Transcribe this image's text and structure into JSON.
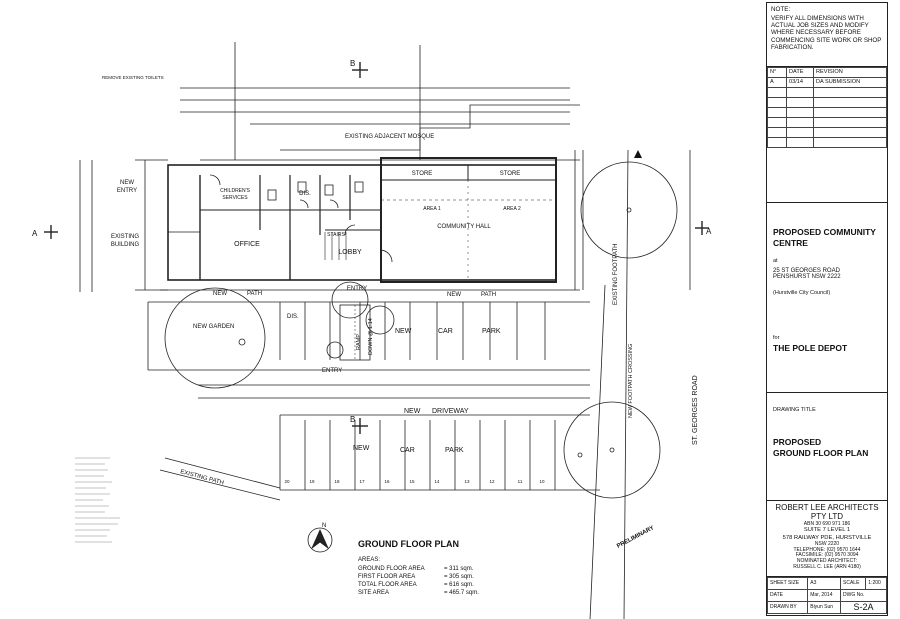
{
  "plan": {
    "title": "GROUND FLOOR PLAN",
    "areas_heading": "AREAS:",
    "areas": [
      {
        "label": "GROUND FLOOR AREA",
        "value": "= 311 sqm."
      },
      {
        "label": "FIRST FLOOR AREA",
        "value": "= 305 sqm."
      },
      {
        "label": "TOTAL FLOOR AREA",
        "value": "= 616 sqm."
      },
      {
        "label": "SITE AREA",
        "value": "= 465.7 sqm."
      }
    ],
    "rooms": {
      "store_1": "STORE",
      "store_2": "STORE",
      "area_1": "AREA 1",
      "area_2": "AREA 2",
      "community_hall": "COMMUNITY HALL",
      "office": "OFFICE",
      "lobby": "LOBBY",
      "stairs": "STAIRS",
      "dis": "DIS.",
      "childrens_services_1": "CHILDREN'S",
      "childrens_services_2": "SERVICES",
      "entry": "ENTRY"
    },
    "labels": {
      "remove_toilets": "REMOVE EXISTING TOILETS",
      "existing_mosque": "EXISTING ADJACENT MOSQUE",
      "new_entry_1": "NEW",
      "new_entry_2": "ENTRY",
      "existing_building_1": "EXISTING",
      "existing_building_2": "BUILDING",
      "new_path_1": "NEW",
      "path_1": "PATH",
      "entry_top": "ENTRY",
      "new_path_2": "NEW",
      "path_2": "PATH",
      "new_garden": "NEW GARDEN",
      "dis_lower": "DIS.",
      "ramp": "RAMP",
      "down": "DOWN @ 1:14",
      "new_carpark_1": "NEW",
      "car_1": "CAR",
      "park_1": "PARK",
      "entry_lower": "ENTRY",
      "new_driveway_1": "NEW",
      "driveway": "DRIVEWAY",
      "new_carpark_2": "NEW",
      "car_2": "CAR",
      "park_2": "PARK",
      "existing_path": "EXISTING PATH",
      "existing_footpath": "EXISTING FOOTPATH",
      "new_footpath_crossing": "NEW FOOTPATH CROSSING",
      "st_georges_road": "ST. GEORGES ROAD",
      "preliminary": "PRELIMINARY",
      "section_b": "B",
      "section_a": "A",
      "north": "N"
    },
    "parking_numbers": [
      "20",
      "19",
      "18",
      "17",
      "16",
      "15",
      "14",
      "13",
      "12",
      "11",
      "10"
    ]
  },
  "title_block": {
    "note_label": "NOTE:",
    "note_text": "VERIFY ALL DIMENSIONS WITH ACTUAL JOB SIZES AND MODIFY WHERE NECESSARY BEFORE COMMENCING SITE WORK OR SHOP FABRICATION.",
    "rev_headers": [
      "N°",
      "DATE",
      "REVISION"
    ],
    "revisions": [
      {
        "no": "A",
        "date": "03/14",
        "desc": "DA SUBMISSION"
      }
    ],
    "project_title": "PROPOSED COMMUNITY CENTRE",
    "at_label": "at",
    "address_1": "25 ST GEORGES ROAD",
    "address_2": "PENSHURST NSW 2222",
    "council": "(Hurstville City Council)",
    "for_label": "for",
    "client": "THE POLE DEPOT",
    "drawing_title_label": "DRAWING TITLE",
    "drawing_title_1": "PROPOSED",
    "drawing_title_2": "GROUND FLOOR PLAN",
    "architect_1": "ROBERT LEE ARCHITECTS",
    "architect_2": "PTY LTD",
    "abn": "ABN 30 690 971 186",
    "suite": "SUITE 7 LEVEL 1",
    "street": "578 RAILWAY PDE, HURSTVILLE",
    "state": "NSW 2220",
    "telephone": "TELEPHONE:  (02) 9570 1644",
    "facsimile": "FACSIMILE:  (02) 9570 3094",
    "nominated": "NOMINATED ARCHITECT:",
    "nominated_name": "RUSSELL C. LEE (ARN 4180)",
    "sheet_size_label": "SHEET SIZE",
    "sheet_size": "A3",
    "scale_label": "SCALE",
    "scale": "1:200",
    "dwg_no_label": "DWG No.",
    "date_label": "DATE",
    "date": "Mar, 2014",
    "drawn_label": "DRAWN BY",
    "drawn_by": "Biyun Sun",
    "dwg_no": "S-2A"
  }
}
